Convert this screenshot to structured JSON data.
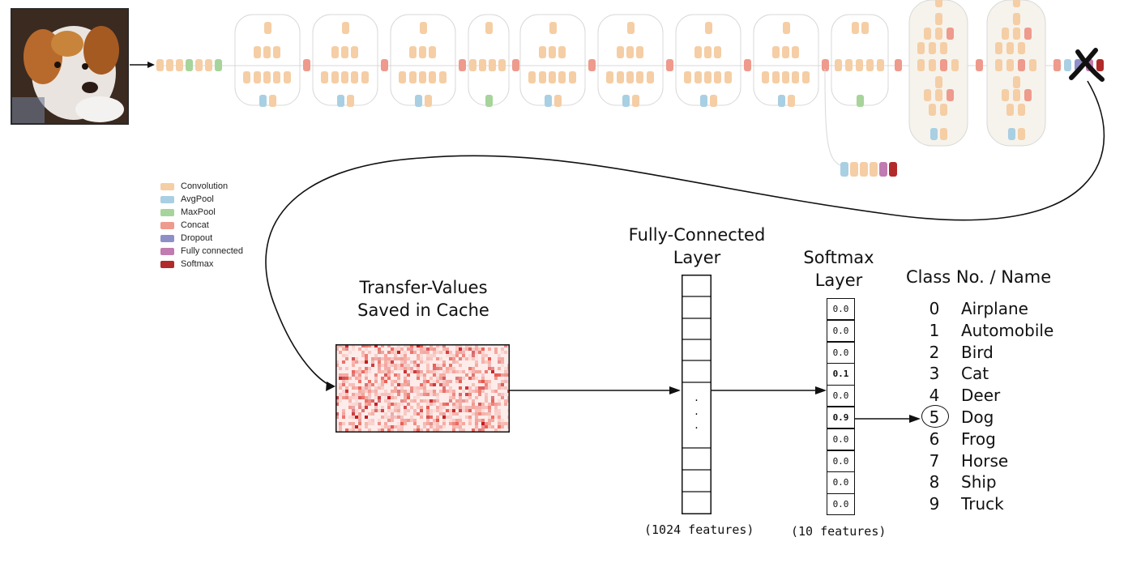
{
  "legend": [
    {
      "label": "Convolution",
      "color": "#f5cea5"
    },
    {
      "label": "AvgPool",
      "color": "#a9cfe3"
    },
    {
      "label": "MaxPool",
      "color": "#a6d49a"
    },
    {
      "label": "Concat",
      "color": "#ee9a8c"
    },
    {
      "label": "Dropout",
      "color": "#8f8fc8"
    },
    {
      "label": "Fully connected",
      "color": "#c07bb0"
    },
    {
      "label": "Softmax",
      "color": "#b22a2a"
    }
  ],
  "transfer": {
    "line1": "Transfer-Values",
    "line2": "Saved in Cache"
  },
  "fc": {
    "line1": "Fully-Connected",
    "line2": "Layer",
    "caption": "(1024 features)"
  },
  "softmax": {
    "line1": "Softmax",
    "line2": "Layer",
    "caption": "(10 features)",
    "values": [
      "0.0",
      "0.0",
      "0.0",
      "0.1",
      "0.0",
      "0.9",
      "0.0",
      "0.0",
      "0.0",
      "0.0"
    ]
  },
  "classes": {
    "header": "Class No. / Name",
    "items": [
      {
        "no": "0",
        "name": "Airplane"
      },
      {
        "no": "1",
        "name": "Automobile"
      },
      {
        "no": "2",
        "name": "Bird"
      },
      {
        "no": "3",
        "name": "Cat"
      },
      {
        "no": "4",
        "name": "Deer"
      },
      {
        "no": "5",
        "name": "Dog"
      },
      {
        "no": "6",
        "name": "Frog"
      },
      {
        "no": "7",
        "name": "Horse"
      },
      {
        "no": "8",
        "name": "Ship"
      },
      {
        "no": "9",
        "name": "Truck"
      }
    ],
    "highlighted": "5"
  },
  "fc_dots": "·"
}
